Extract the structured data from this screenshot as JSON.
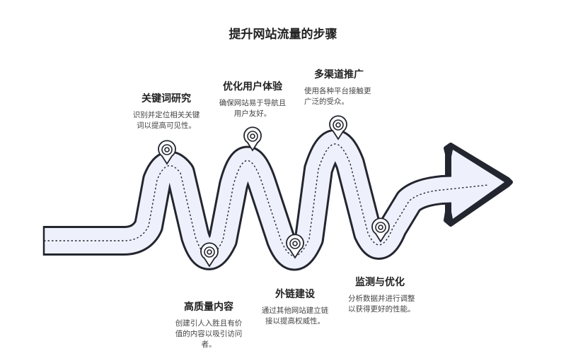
{
  "title": "提升网站流量的步骤",
  "colors": {
    "road_fill": "#eef1fb",
    "road_stroke": "#23262f",
    "pin_fill": "#ffffff",
    "text": "#333333"
  },
  "steps": [
    {
      "id": "keyword",
      "title": "关键词研究",
      "desc_lines": [
        "识别并定位相关关键",
        "词以提高可见性。"
      ]
    },
    {
      "id": "content",
      "title": "高质量内容",
      "desc_lines": [
        "创建引人入胜且有价",
        "值的内容以吸引访问",
        "者。"
      ]
    },
    {
      "id": "ux",
      "title": "优化用户体验",
      "desc_lines": [
        "确保网站易于导航且",
        "用户友好。"
      ]
    },
    {
      "id": "backlinks",
      "title": "外链建设",
      "desc_lines": [
        "通过其他网站建立链",
        "接以提高权威性。"
      ]
    },
    {
      "id": "promotion",
      "title": "多渠道推广",
      "desc_lines": [
        "使用各种平台接触更",
        "广泛的受众。"
      ]
    },
    {
      "id": "monitor",
      "title": "监测与优化",
      "desc_lines": [
        "分析数据并进行调整",
        "以获得更好的性能。"
      ]
    }
  ]
}
